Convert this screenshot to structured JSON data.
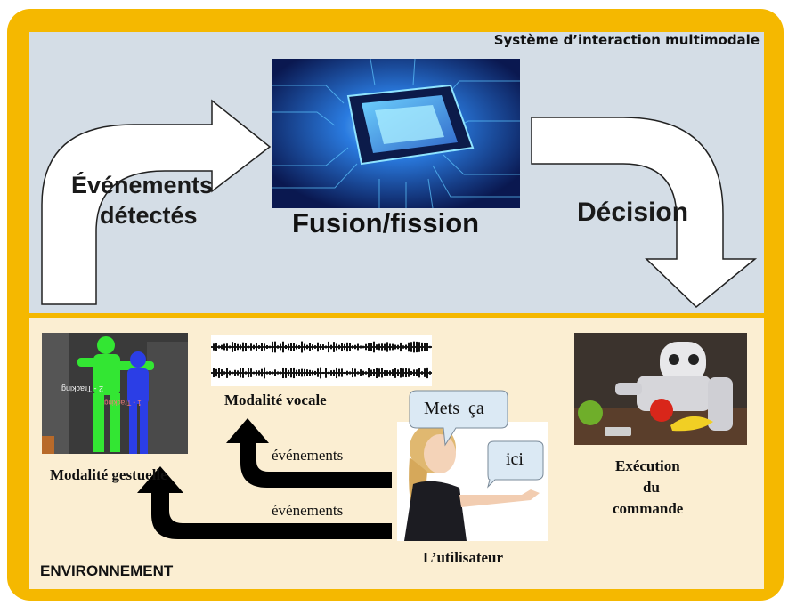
{
  "system": {
    "title": "Système d’interaction multimodale"
  },
  "core": {
    "label": "Fusion/fission"
  },
  "input_arrow": {
    "line1": "Événements",
    "line2": "détectés"
  },
  "decision_arrow": {
    "label": "Décision"
  },
  "environment": {
    "title": "ENVIRONNEMENT",
    "gesture": {
      "label": "Modalité gestuelle",
      "tracking_text_1": "2 - Tracking",
      "tracking_text_2": "1 - Tracking"
    },
    "vocal": {
      "label": "Modalité vocale"
    },
    "events_upper": "événements",
    "events_lower": "événements",
    "user": {
      "label": "L’utilisateur",
      "bubble1": "Mets  ça",
      "bubble2": "ici"
    },
    "execution": {
      "line1": "Exécution",
      "line2": "du",
      "line3": "commande"
    }
  },
  "colors": {
    "frame": "#f5b800",
    "top_panel": "#d4dde6",
    "bottom_panel": "#fbeed2",
    "arrow_fill": "#ffffff",
    "dark_arrow": "#000000"
  }
}
